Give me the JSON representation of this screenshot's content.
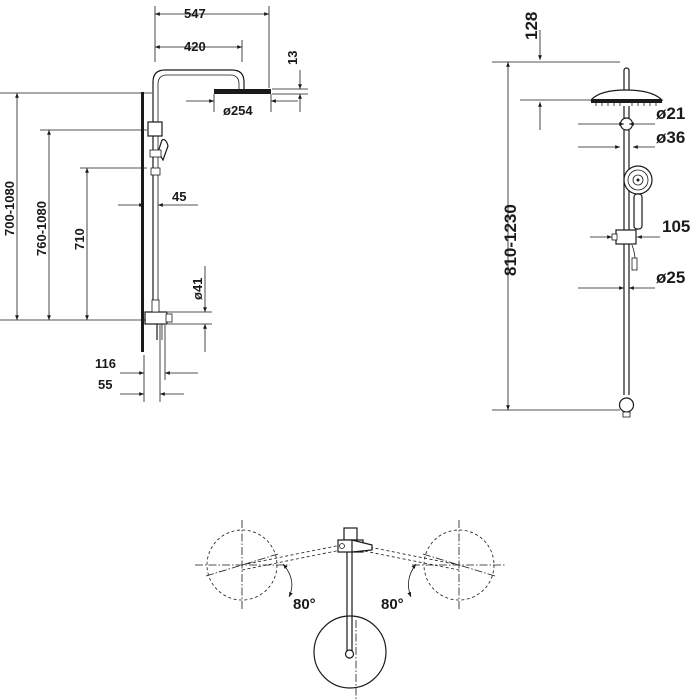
{
  "side_view": {
    "dims": {
      "overall_reach": "547",
      "arm_reach": "420",
      "head_thickness": "13",
      "head_diameter": "ø254",
      "range_a": "700-1080",
      "range_b": "760-1080",
      "lower_height": "710",
      "wall_offset": "45",
      "valve_diameter": "ø41",
      "valve_projection": "116",
      "outlet_offset": "55"
    }
  },
  "front_view": {
    "dims": {
      "top_gap": "128",
      "overall_range": "810-1230",
      "upper_pipe": "ø21",
      "collar": "ø36",
      "bracket_width": "105",
      "lower_pipe": "ø25"
    }
  },
  "plan_view": {
    "angles": {
      "left": "80°",
      "right": "80°"
    }
  }
}
